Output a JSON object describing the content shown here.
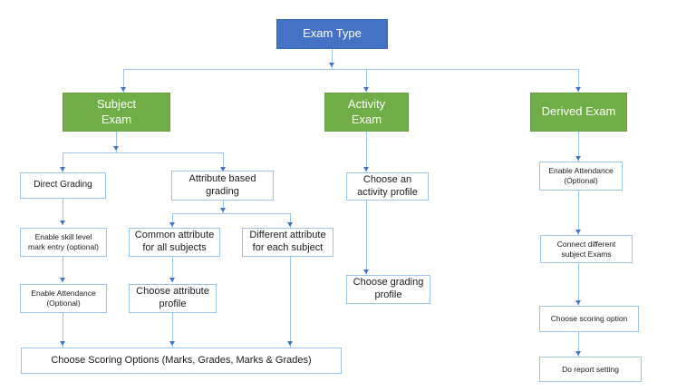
{
  "diagram": {
    "title_node": {
      "label": "Exam Type",
      "color": "#4472C4",
      "text_color": "#FFFFFF"
    },
    "branch_color": "#70AD47",
    "connector_color": "#9DC3E6",
    "arrowhead_color": "#4472C4",
    "branches": [
      {
        "id": "subject",
        "label": "Subject\nExam"
      },
      {
        "id": "activity",
        "label": "Activity\nExam"
      },
      {
        "id": "derived",
        "label": "Derived Exam"
      }
    ],
    "nodes": {
      "direct_grading": "Direct Grading",
      "attribute_based_grading": "Attribute based\ngrading",
      "enable_skill_level": "Enable skill level\nmark entry (optional)",
      "common_attribute": "Common attribute\nfor all subjects",
      "different_attribute": "Different attribute\nfor each subject",
      "enable_attendance_left": "Enable Attendance\n(Optional)",
      "choose_attribute_profile": "Choose attribute\nprofile",
      "choose_scoring_options": "Choose Scoring Options (Marks, Grades, Marks & Grades)",
      "choose_activity_profile": "Choose an\nactivity profile",
      "choose_grading_profile": "Choose grading\nprofile",
      "enable_attendance_right": "Enable Attendance\n(Optional)",
      "connect_subject_exams": "Connect different\nsubject Exams",
      "choose_scoring_option": "Choose scoring option",
      "do_report_setting": "Do report  setting"
    }
  }
}
